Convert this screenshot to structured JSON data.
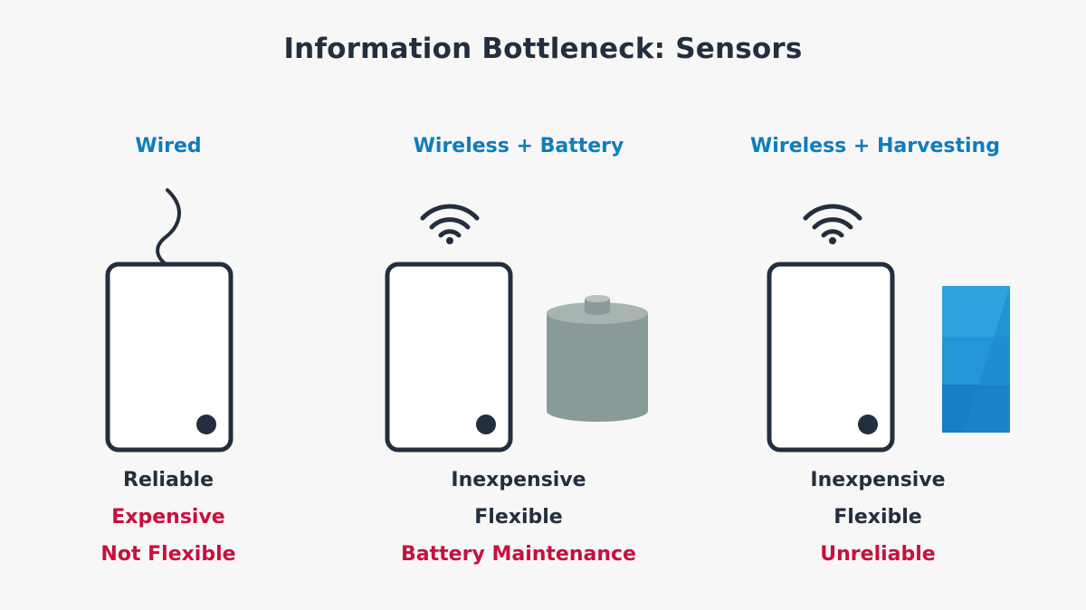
{
  "title": "Information Bottleneck: Sensors",
  "colors": {
    "title": "#232f3e",
    "heading": "#0f7dbf",
    "pro": "#232f3e",
    "con": "#c8103e",
    "device_outline": "#232f3e",
    "battery": "#8a9a99",
    "solar_panel": "#1b8fd2"
  },
  "columns": [
    {
      "heading": "Wired",
      "icons": [
        "sensor-device-icon",
        "cable-icon"
      ],
      "pros": [
        "Reliable"
      ],
      "cons": [
        "Expensive",
        "Not Flexible"
      ]
    },
    {
      "heading": "Wireless + Battery",
      "icons": [
        "sensor-device-icon",
        "wifi-icon",
        "battery-icon"
      ],
      "pros": [
        "Inexpensive",
        "Flexible"
      ],
      "cons": [
        "Battery Maintenance"
      ]
    },
    {
      "heading": "Wireless + Harvesting",
      "icons": [
        "sensor-device-icon",
        "wifi-icon",
        "solar-panel-icon"
      ],
      "pros": [
        "Inexpensive",
        "Flexible"
      ],
      "cons": [
        "Unreliable"
      ]
    }
  ]
}
